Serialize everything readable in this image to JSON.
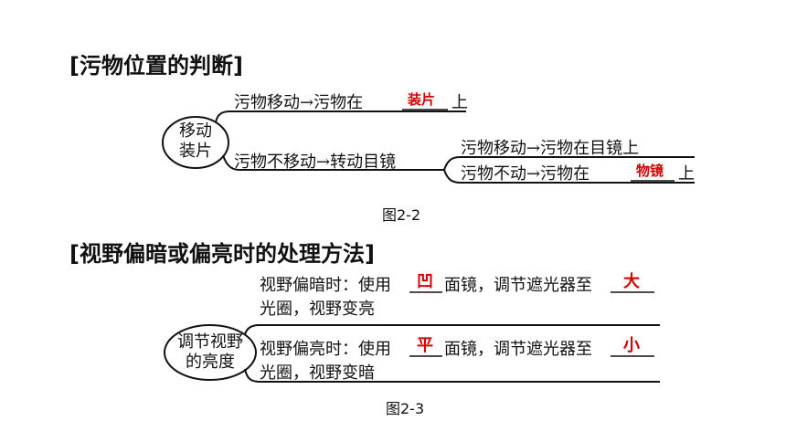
{
  "section1": {
    "title": "[污物位置的判断]",
    "hub_line1": "移动",
    "hub_line2": "装片",
    "branch_a_text": "污物移动→污物在",
    "branch_a_answer": "装片",
    "branch_a_suffix": "上",
    "branch_b_text": "污物不移动→转动目镜",
    "branch_b1_text": "污物移动→污物在目镜上",
    "branch_b2_text": "污物不动→污物在",
    "branch_b2_answer": "物镜",
    "branch_b2_suffix": "上",
    "caption": "图2-2"
  },
  "section2": {
    "title": "[视野偏暗或偏亮时的处理方法]",
    "hub_line1": "调节视野",
    "hub_line2": "的亮度",
    "dark_prefix": "视野偏暗时：使用",
    "dark_mirror": "凹",
    "dark_middle": "面镜，调节遮光器至",
    "dark_aperture": "大",
    "dark_line2": "光圈，视野变亮",
    "bright_prefix": "视野偏亮时：使用",
    "bright_mirror": "平",
    "bright_middle": "面镜，调节遮光器至",
    "bright_aperture": "小",
    "bright_line2": "光圈，视野变暗",
    "caption": "图2-3"
  },
  "colors": {
    "answer": "#d40000",
    "text": "#111111"
  }
}
